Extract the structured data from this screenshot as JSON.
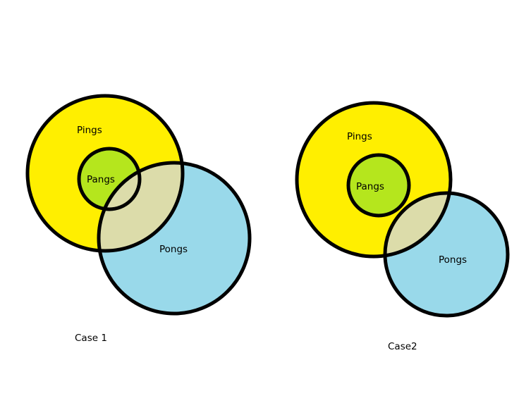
{
  "colors": {
    "pings_fill": "#ffef00",
    "pangs_fill": "#b5e61d",
    "pongs_fill": "#99d9ea",
    "overlap_fill": "#dcdcaa",
    "outline": "#000000",
    "background": "#ffffff"
  },
  "case1": {
    "caption": "Case 1",
    "pings_label": "Pings",
    "pangs_label": "Pangs",
    "pongs_label": "Pongs"
  },
  "case2": {
    "caption": "Case2",
    "pings_label": "Pings",
    "pangs_label": "Pangs",
    "pongs_label": "Pongs"
  }
}
